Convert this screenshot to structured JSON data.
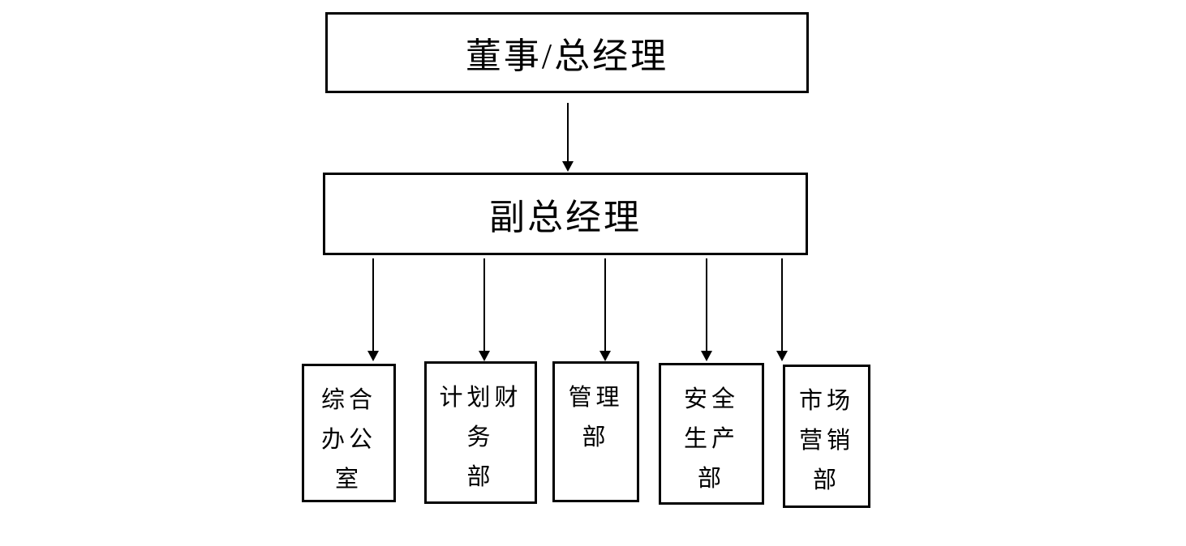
{
  "chart": {
    "type": "org-chart",
    "background": "#ffffff",
    "line_color": "#000000",
    "root": {
      "label": "董事/总经理"
    },
    "deputy": {
      "label": "副总经理"
    },
    "departments": [
      {
        "label": "综合办公室",
        "lines": [
          "综合",
          "办公",
          "室"
        ]
      },
      {
        "label": "计划财务部",
        "lines": [
          "计划财务",
          "部"
        ]
      },
      {
        "label": "管理部",
        "lines": [
          "管理",
          "部"
        ]
      },
      {
        "label": "安全生产部",
        "lines": [
          "安全",
          "生产",
          "部"
        ]
      },
      {
        "label": "市场营销部",
        "lines": [
          "市场",
          "营销",
          "部"
        ]
      }
    ]
  }
}
